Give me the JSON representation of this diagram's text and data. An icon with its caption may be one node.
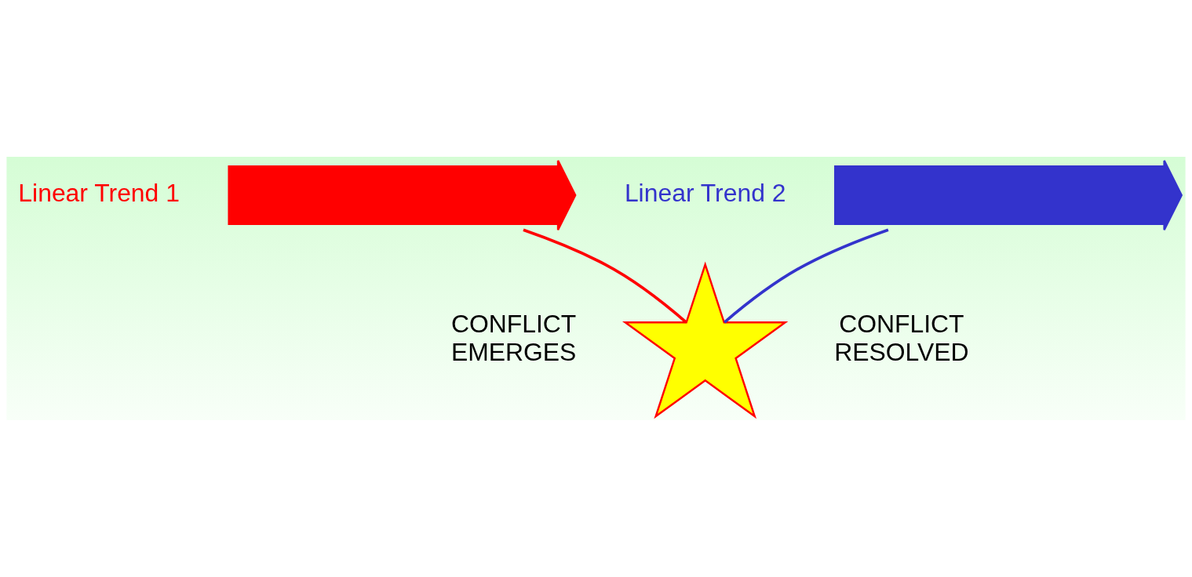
{
  "diagram": {
    "nodes": [
      {
        "text": [],
        "shape": "arrow",
        "beside": [
          "Linear Trend 1"
        ]
      },
      {
        "text": [],
        "shape": "star",
        "beside": [
          "CONFLICT EMERGES",
          "CONFLICT RESOLVED"
        ]
      },
      {
        "text": [],
        "shape": "arrow",
        "beside": [
          "Linear Trend 2"
        ]
      }
    ],
    "edges": [
      {
        "from": 0,
        "to": 1,
        "arrow": "none",
        "color": "#ff0000"
      },
      {
        "from": 2,
        "to": 1,
        "arrow": "none",
        "color": "#3333cc"
      }
    ]
  }
}
